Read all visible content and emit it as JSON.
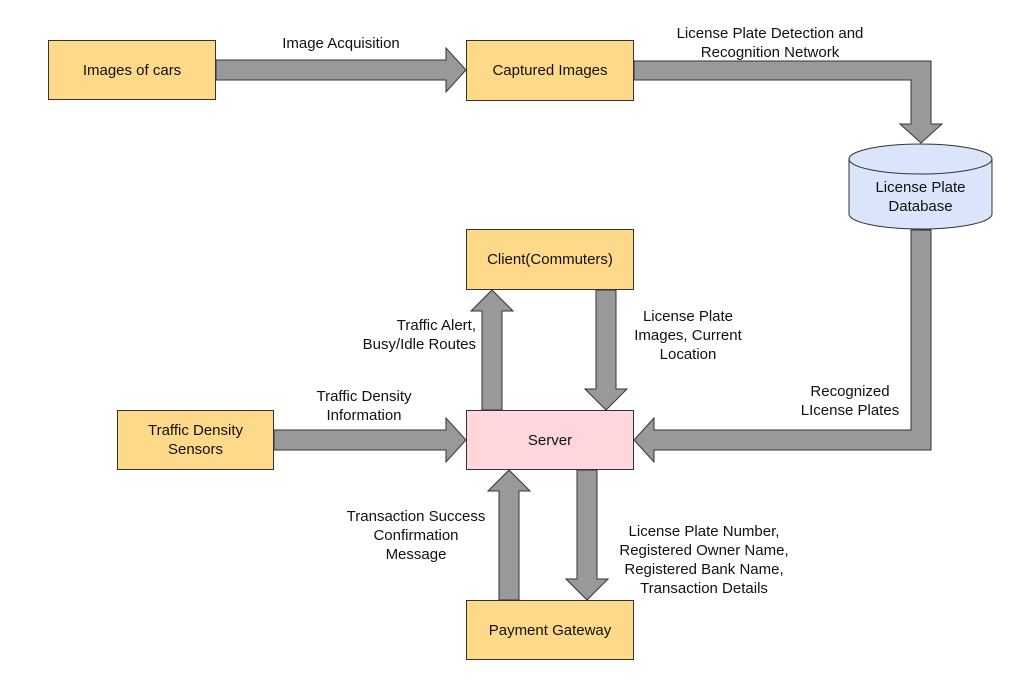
{
  "nodes": {
    "images_of_cars": "Images of cars",
    "captured_images": "Captured Images",
    "license_plate_database": "License Plate\nDatabase",
    "client": "Client(Commuters)",
    "traffic_sensors": "Traffic Density\nSensors",
    "server": "Server",
    "payment_gateway": "Payment Gateway"
  },
  "edges": {
    "image_acquisition": "Image Acquisition",
    "detection_network": "License Plate Detection and\nRecognition Network",
    "recognized_plates": "Recognized\nLIcense Plates",
    "traffic_alert": "Traffic Alert,\nBusy/Idle Routes",
    "plate_images_location": "License Plate\nImages, Current\nLocation",
    "traffic_density_info": "Traffic Density\nInformation",
    "transaction_success": "Transaction Success\nConfirmation\nMessage",
    "plate_number_details": "License Plate Number,\nRegistered Owner Name,\nRegistered Bank Name,\nTransaction Details"
  },
  "colors": {
    "process_fill": "#ffd98a",
    "server_fill": "#ffd6dc",
    "database_fill": "#dae4fb",
    "arrow_fill": "#999999"
  }
}
